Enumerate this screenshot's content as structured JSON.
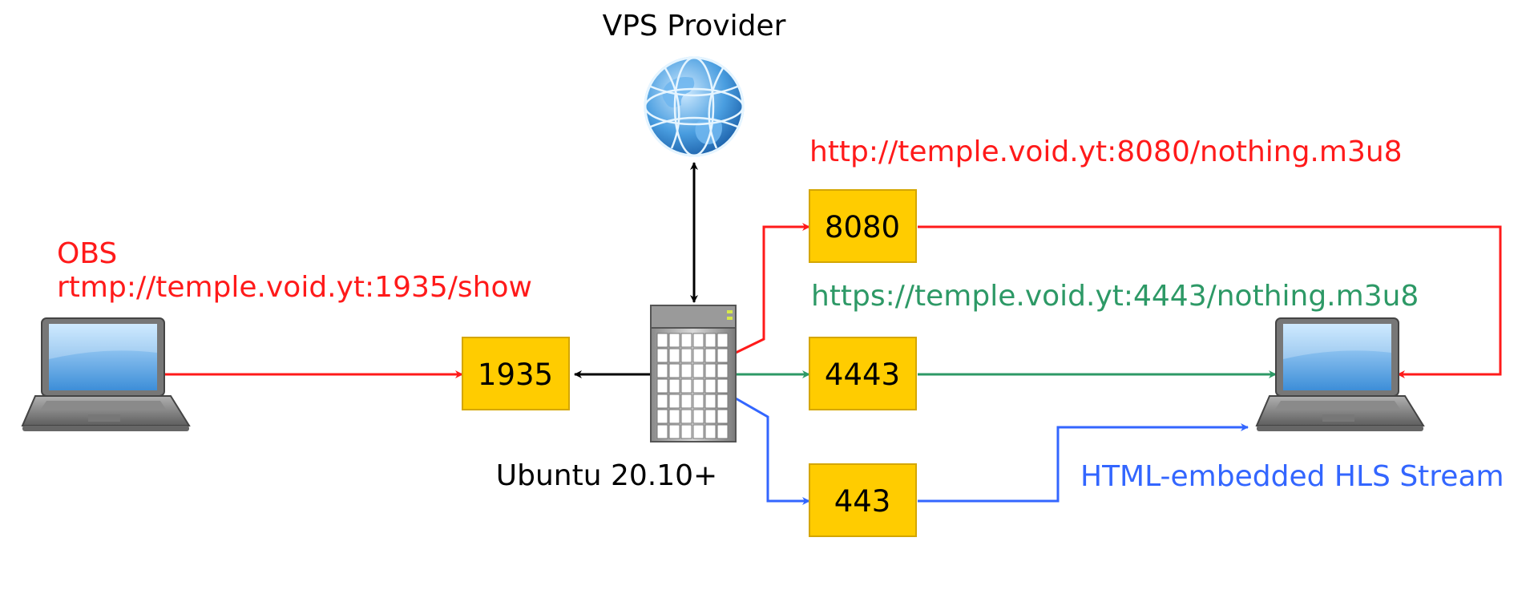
{
  "labels": {
    "vps_provider": "VPS Provider",
    "server_os": "Ubuntu 20.10+",
    "obs_title": "OBS",
    "obs_url": "rtmp://temple.void.yt:1935/show",
    "http_url": "http://temple.void.yt:8080/nothing.m3u8",
    "https_url": "https://temple.void.yt:4443/nothing.m3u8",
    "hls_caption": "HTML-embedded HLS Stream"
  },
  "ports": {
    "rtmp": "1935",
    "http": "8080",
    "https": "4443",
    "web": "443"
  },
  "colors": {
    "red": "#ff1a1a",
    "green": "#2d9966",
    "blue": "#3366ff",
    "black": "#000000",
    "port_fill": "#ffcc00"
  },
  "icons": {
    "globe": "globe-icon",
    "server": "server-icon",
    "laptop": "laptop-icon"
  }
}
